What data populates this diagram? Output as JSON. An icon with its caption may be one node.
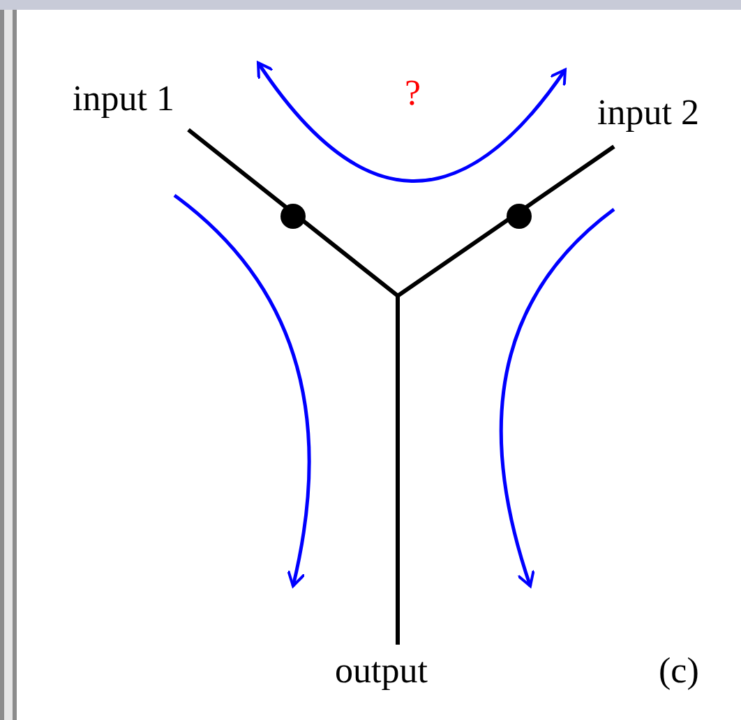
{
  "diagram": {
    "nodes": [
      {
        "text": [
          "input 1"
        ]
      },
      {
        "text": [
          "input 2"
        ]
      },
      {
        "text": [
          "output"
        ]
      }
    ],
    "edges": [
      {
        "from": 0,
        "to": 2,
        "arrow": "none"
      },
      {
        "from": 1,
        "to": 2,
        "arrow": "none"
      }
    ],
    "labels": [
      "?",
      "(c)"
    ]
  }
}
